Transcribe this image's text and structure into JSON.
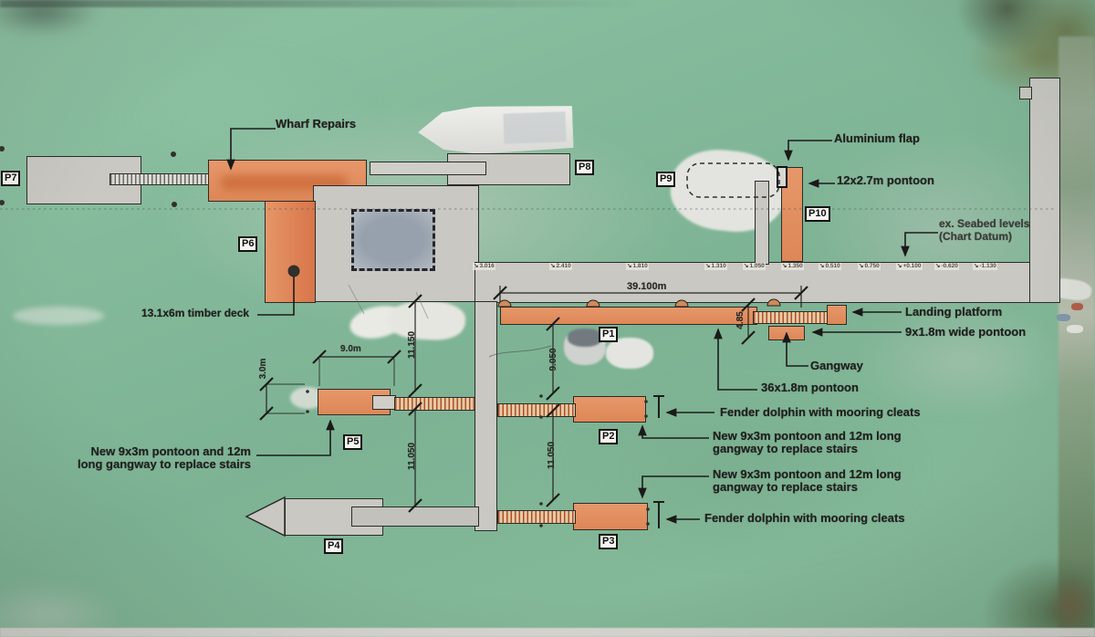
{
  "labels": {
    "wharf_repairs": "Wharf Repairs",
    "aluminium_flap": "Aluminium flap",
    "pontoon_12x27": "12x2.7m pontoon",
    "seabed_levels_line1": "ex. Seabed levels",
    "seabed_levels_line2": "(Chart Datum)",
    "timber_deck": "13.1x6m timber deck",
    "landing_platform": "Landing platform",
    "pontoon_9x18": "9x1.8m wide pontoon",
    "gangway": "Gangway",
    "pontoon_36x18": "36x1.8m pontoon",
    "fender_dolphin_north": "Fender dolphin with mooring cleats",
    "fender_dolphin_south": "Fender dolphin with mooring cleats",
    "new_pontoon_p2_line1": "New 9x3m pontoon and 12m long",
    "new_pontoon_p2_line2": "gangway to replace stairs",
    "new_pontoon_p3_line1": "New 9x3m pontoon and 12m long",
    "new_pontoon_p3_line2": "gangway to replace stairs",
    "new_pontoon_p5_line1": "New 9x3m pontoon and 12m",
    "new_pontoon_p5_line2": "long gangway to replace stairs"
  },
  "markers": {
    "p1": "P1",
    "p2": "P2",
    "p3": "P3",
    "p4": "P4",
    "p5": "P5",
    "p6": "P6",
    "p7": "P7",
    "p8": "P8",
    "p9": "P9",
    "p10": "P10"
  },
  "dimensions": {
    "overall_length": "39.100m",
    "p5_width": "9.0m",
    "p5_height": "3.0m",
    "gap_platform_to_p5": "11.150",
    "gap_p1_to_p2": "9.050",
    "gap_p5_to_p4": "11.050",
    "gap_p2_to_p3": "11.050",
    "landing_width": "4.85"
  },
  "seabed_levels": [
    "3.016",
    "2.410",
    "1.810",
    "1.310",
    "1.050",
    "1.350",
    "0.510",
    "0.750",
    "+0.100",
    "-0.620",
    "-1.130"
  ],
  "colors": {
    "water": "#82b998",
    "structure_grey": "#c9c8c3",
    "proposed_orange": "#e28f61",
    "outline": "#2c2c28"
  }
}
